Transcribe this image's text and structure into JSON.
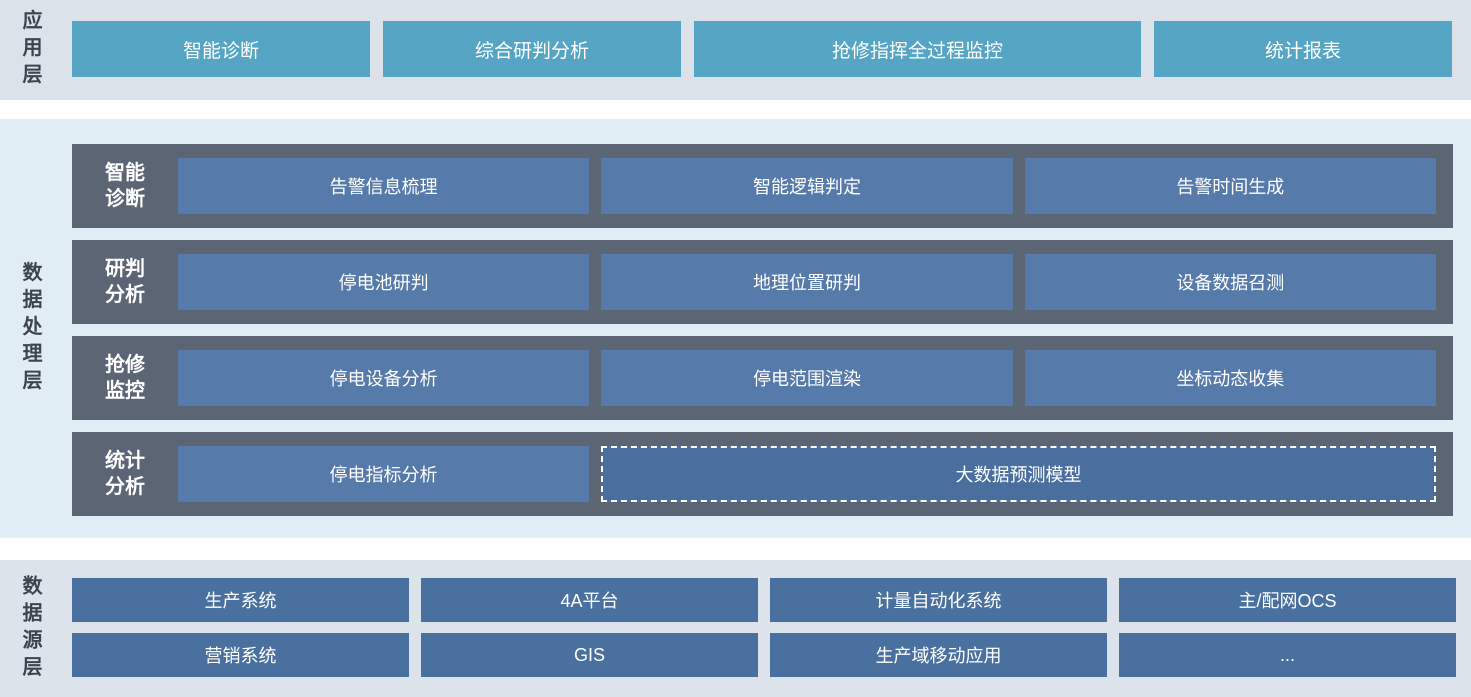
{
  "colors": {
    "app_layer_bg": "#dce2e9",
    "app_button": "#56a5c4",
    "process_layer_bg": "#e1edf4",
    "process_row_bg": "#5c6574",
    "process_box": "#567aaa",
    "process_box_dashed": "#4a6f9e",
    "source_layer_bg": "#dde3ea",
    "source_box": "#4a709f",
    "section_label_text": "#3d4450",
    "box_text": "#ffffff"
  },
  "app_layer": {
    "label": "应用层",
    "buttons": [
      "智能诊断",
      "综合研判分析",
      "抢修指挥全过程监控",
      "统计报表"
    ]
  },
  "process_layer": {
    "label": "数据处理层",
    "rows": [
      {
        "label_lines": [
          "智能",
          "诊断"
        ],
        "boxes": [
          "告警信息梳理",
          "智能逻辑判定",
          "告警时间生成"
        ]
      },
      {
        "label_lines": [
          "研判",
          "分析"
        ],
        "boxes": [
          "停电池研判",
          "地理位置研判",
          "设备数据召测"
        ]
      },
      {
        "label_lines": [
          "抢修",
          "监控"
        ],
        "boxes": [
          "停电设备分析",
          "停电范围渲染",
          "坐标动态收集"
        ]
      },
      {
        "label_lines": [
          "统计",
          "分析"
        ],
        "boxes": [
          "停电指标分析"
        ],
        "wide_box": "大数据预测模型"
      }
    ]
  },
  "source_layer": {
    "label": "数据源层",
    "rows": [
      [
        "生产系统",
        "4A平台",
        "计量自动化系统",
        "主/配网OCS"
      ],
      [
        "营销系统",
        "GIS",
        "生产域移动应用",
        "..."
      ]
    ]
  }
}
